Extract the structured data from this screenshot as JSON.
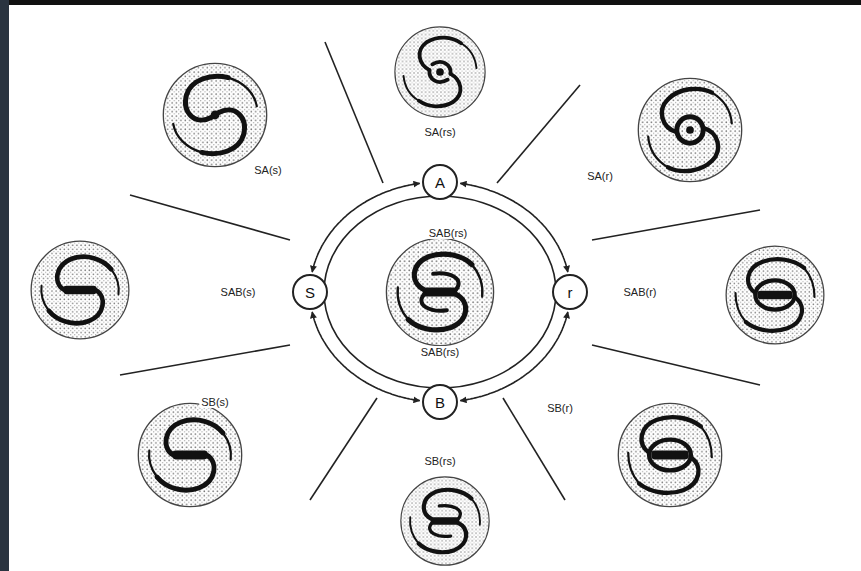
{
  "diagram": {
    "nodes": [
      {
        "text": [
          "A"
        ]
      },
      {
        "text": [
          "S"
        ]
      },
      {
        "text": [
          "r"
        ]
      },
      {
        "text": [
          "B"
        ]
      }
    ],
    "edges": [
      {
        "from": 0,
        "to": 1,
        "arrow": "both"
      },
      {
        "from": 0,
        "to": 2,
        "arrow": "both"
      },
      {
        "from": 1,
        "to": 3,
        "arrow": "both"
      },
      {
        "from": 2,
        "to": 3,
        "arrow": "both"
      }
    ],
    "labels": [
      "SA(rs)",
      "SA(s)",
      "SA(r)",
      "SAB(rs)",
      "SAB(s)",
      "SAB(r)",
      "SAB(rs)",
      "SB(s)",
      "SB(r)",
      "SB(rs)"
    ]
  }
}
